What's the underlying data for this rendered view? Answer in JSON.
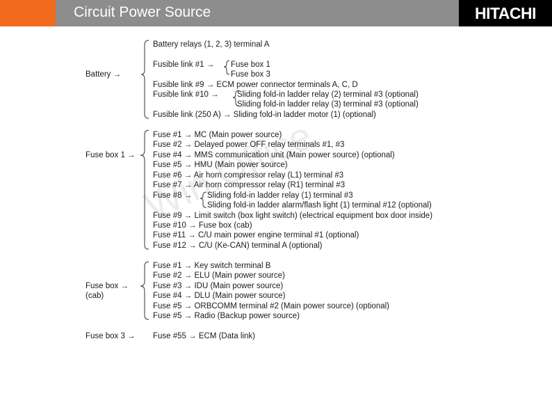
{
  "header": {
    "title": "Circuit Power Source",
    "brand": "HITACHI",
    "accent_color": "#f26a1b",
    "bar_color": "#8d8d8d"
  },
  "watermark": "Win.Office",
  "sections": {
    "battery": {
      "label": "Battery →",
      "lines": [
        "Battery relays (1, 2, 3) terminal A",
        "Fusible link #1 →",
        "Fuse box 1",
        "Fuse box 3",
        "Fusible link #9 → ECM power connector terminals A, C, D",
        "Fusible link #10 →",
        "Sliding fold-in ladder relay (2) terminal #3 (optional)",
        "Sliding fold-in ladder relay (3) terminal #3 (optional)",
        "Fusible link (250 A) → Sliding fold-in ladder motor (1) (optional)"
      ]
    },
    "fusebox1": {
      "label": "Fuse box 1 →",
      "lines": [
        "Fuse #1 → MC (Main power source)",
        "Fuse #2 → Delayed power OFF relay terminals #1, #3",
        "Fuse #4 → MMS communication unit (Main power source) (optional)",
        "Fuse #5 → HMU (Main power source)",
        "Fuse #6 → Air horn compressor relay (L1) terminal #3",
        "Fuse #7 → Air horn compressor relay (R1) terminal #3",
        "Fuse #8 →",
        "Sliding fold-in ladder relay (1) terminal #3",
        "Sliding fold-in ladder alarm/flash light (1) terminal #12 (optional)",
        "Fuse #9 → Limit switch (box light switch) (electrical equipment box door inside)",
        "Fuse #10 → Fuse box (cab)",
        "Fuse #11 → C/U main power engine terminal #1 (optional)",
        "Fuse #12 → C/U (Ke-CAN) terminal A (optional)"
      ]
    },
    "fuseboxcab": {
      "label": "Fuse box →",
      "label2": "(cab)",
      "lines": [
        "Fuse #1 → Key switch terminal B",
        "Fuse #2 → ELU (Main power source)",
        "Fuse #3 → IDU (Main power source)",
        "Fuse #4 → DLU (Main power source)",
        "Fuse #5 → ORBCOMM terminal #2 (Main power source) (optional)",
        "Fuse #5 → Radio (Backup power source)"
      ]
    },
    "fusebox3": {
      "label": "Fuse box 3 →",
      "lines": [
        "Fuse #55 → ECM (Data link)"
      ]
    }
  }
}
